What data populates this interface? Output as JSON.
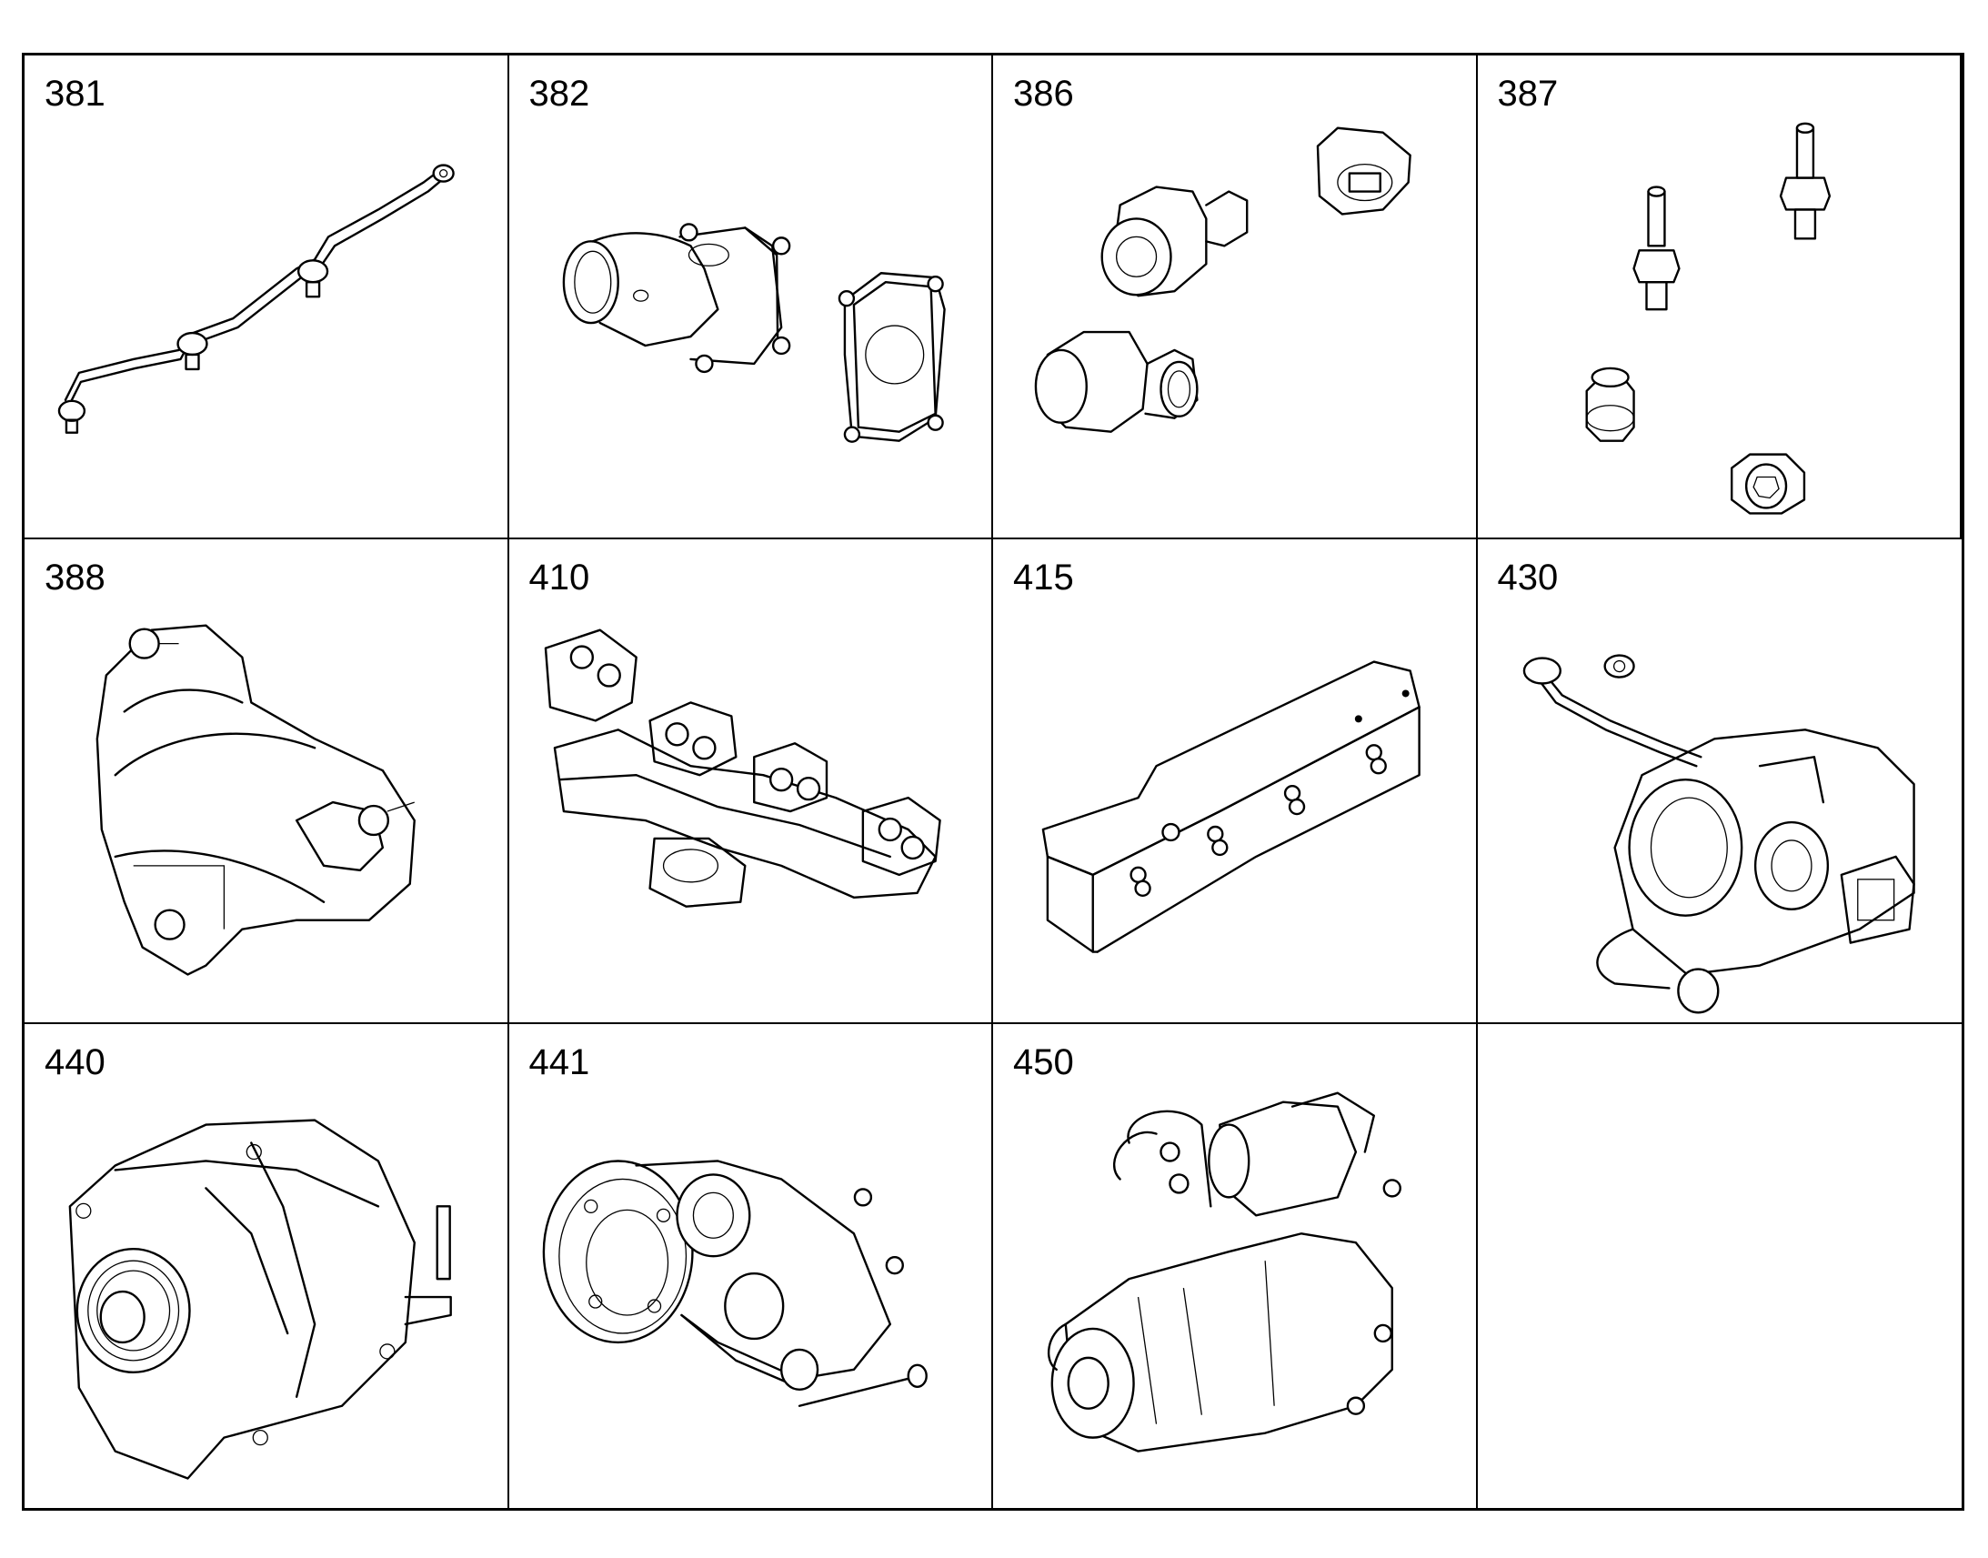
{
  "parts": [
    {
      "number": "381",
      "icon": "fuel-line-icon"
    },
    {
      "number": "382",
      "icon": "intake-elbow-icon"
    },
    {
      "number": "386",
      "icon": "pipe-fittings-icon"
    },
    {
      "number": "387",
      "icon": "plugs-fittings-icon"
    },
    {
      "number": "388",
      "icon": "throttle-housing-icon"
    },
    {
      "number": "410",
      "icon": "exhaust-manifold-icon"
    },
    {
      "number": "415",
      "icon": "heat-shield-icon"
    },
    {
      "number": "430",
      "icon": "turbocharger-icon"
    },
    {
      "number": "440",
      "icon": "alternator-icon"
    },
    {
      "number": "441",
      "icon": "belt-drive-icon"
    },
    {
      "number": "450",
      "icon": "starter-motor-icon"
    }
  ]
}
